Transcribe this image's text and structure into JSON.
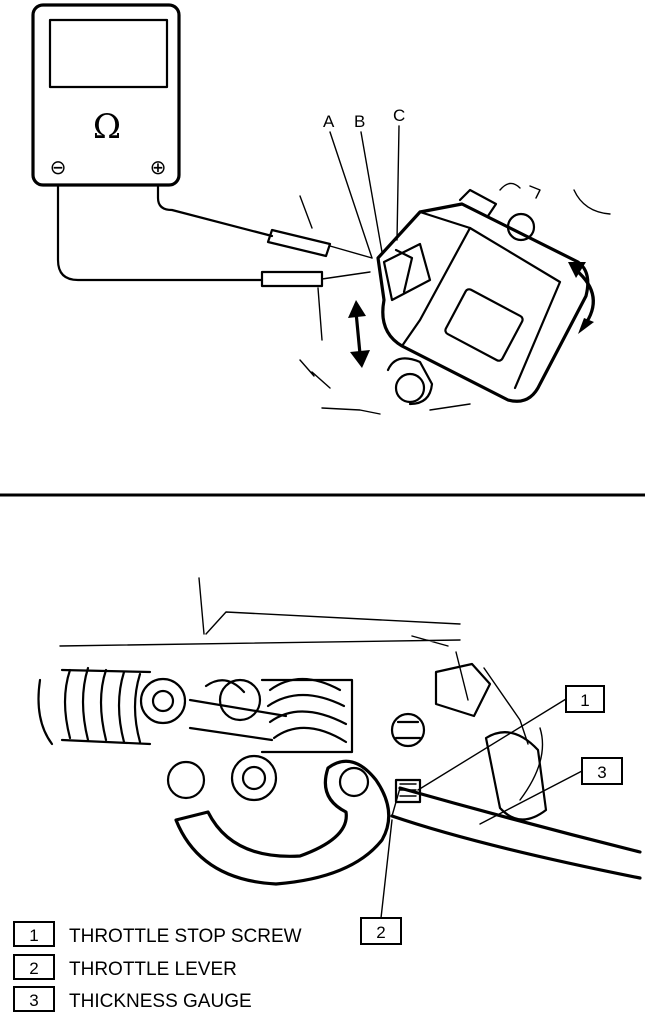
{
  "meter": {
    "symbol": "Ω",
    "neg_terminal": "⊖",
    "pos_terminal": "⊕"
  },
  "terminal_labels": {
    "a": "A",
    "b": "B",
    "c": "C"
  },
  "callouts": {
    "c1": "1",
    "c2": "2",
    "c3": "3"
  },
  "legend": [
    {
      "number": "1",
      "text": "THROTTLE STOP SCREW"
    },
    {
      "number": "2",
      "text": "THROTTLE LEVER"
    },
    {
      "number": "3",
      "text": "THICKNESS GAUGE"
    }
  ]
}
